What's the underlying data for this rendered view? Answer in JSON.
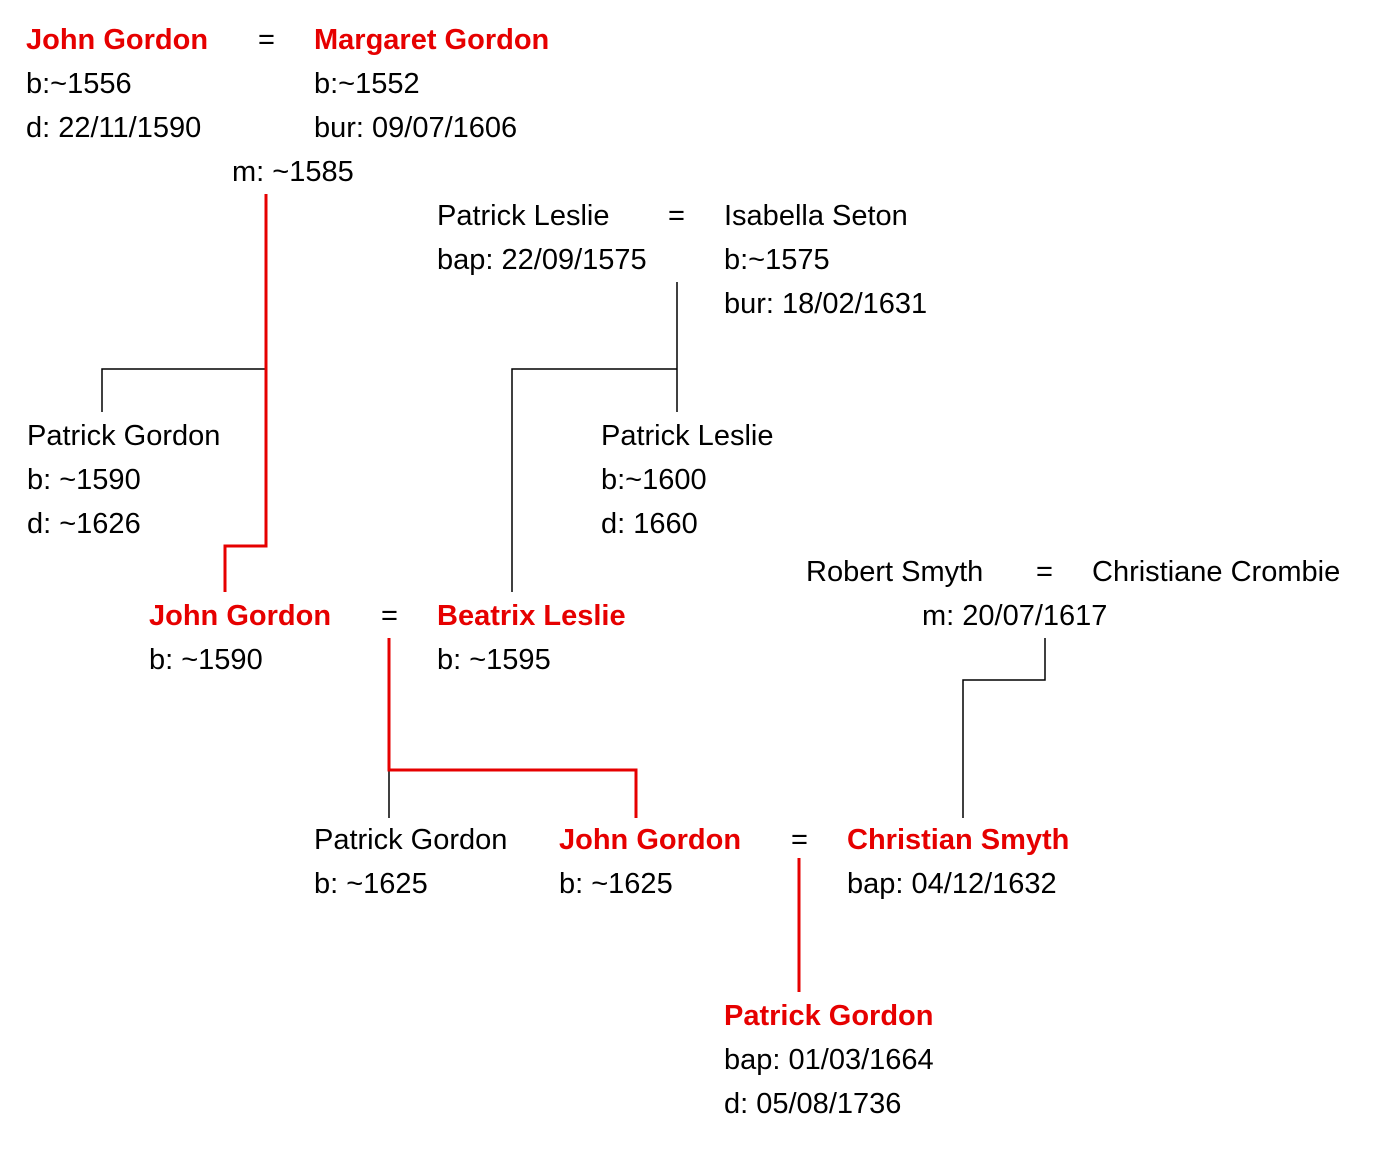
{
  "people": {
    "john_gordon_1": {
      "name": "John Gordon",
      "lines": [
        "b:~1556",
        "d: 22/11/1590"
      ]
    },
    "margaret_gordon": {
      "name": "Margaret Gordon",
      "lines": [
        "b:~1552",
        "bur: 09/07/1606"
      ]
    },
    "marriage_1": "m: ~1585",
    "patrick_leslie_1": {
      "name": "Patrick Leslie",
      "lines": [
        "bap: 22/09/1575"
      ]
    },
    "isabella_seton": {
      "name": "Isabella Seton",
      "lines": [
        "b:~1575",
        "bur: 18/02/1631"
      ]
    },
    "patrick_gordon_1": {
      "name": "Patrick Gordon",
      "lines": [
        "b: ~1590",
        "d: ~1626"
      ]
    },
    "patrick_leslie_2": {
      "name": "Patrick Leslie",
      "lines": [
        "b:~1600",
        "d: 1660"
      ]
    },
    "robert_smyth": {
      "name": "Robert Smyth"
    },
    "christiane_crombie": {
      "name": "Christiane Crombie"
    },
    "marriage_smyth": "m: 20/07/1617",
    "john_gordon_2": {
      "name": "John Gordon",
      "lines": [
        "b: ~1590"
      ]
    },
    "beatrix_leslie": {
      "name": "Beatrix Leslie",
      "lines": [
        "b: ~1595"
      ]
    },
    "patrick_gordon_2": {
      "name": "Patrick Gordon",
      "lines": [
        "b: ~1625"
      ]
    },
    "john_gordon_3": {
      "name": "John Gordon",
      "lines": [
        "b: ~1625"
      ]
    },
    "christian_smyth": {
      "name": "Christian Smyth",
      "lines": [
        "bap: 04/12/1632"
      ]
    },
    "patrick_gordon_3": {
      "name": "Patrick Gordon",
      "lines": [
        "bap: 01/03/1664",
        "d: 05/08/1736"
      ]
    }
  },
  "symbols": {
    "marriage": "="
  },
  "colors": {
    "lineage": "#e60000",
    "other": "#000000"
  }
}
